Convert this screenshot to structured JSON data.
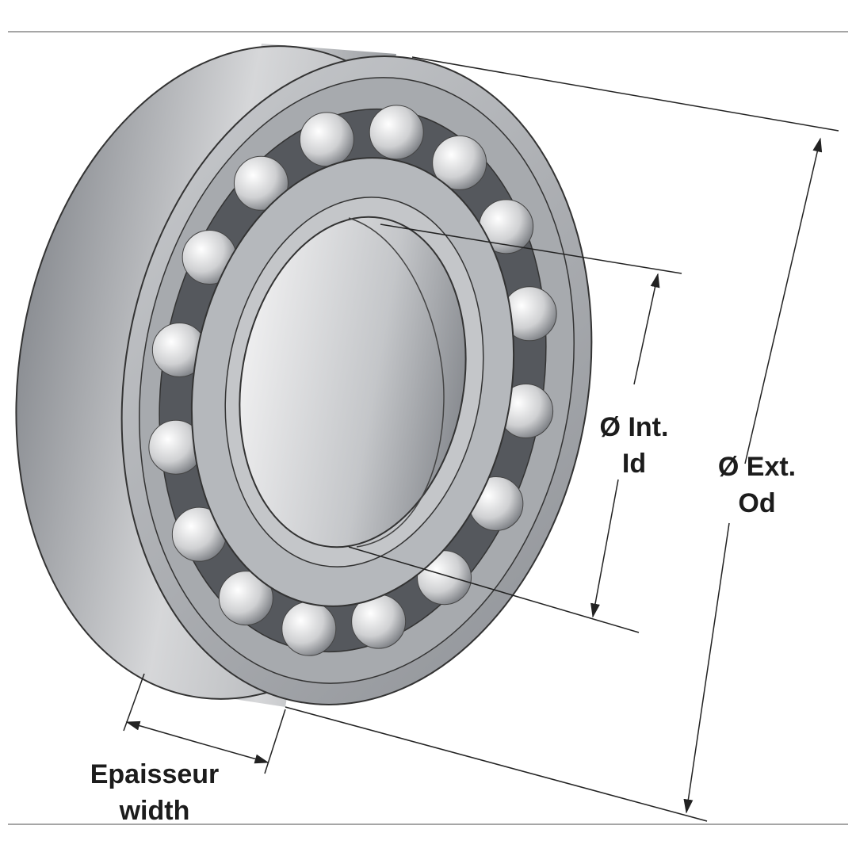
{
  "labels": {
    "inner": {
      "line1": "Ø Int.",
      "line2": "Id"
    },
    "outer": {
      "line1": "Ø Ext.",
      "line2": "Od"
    },
    "width": {
      "line1": "Epaisseur",
      "line2": "width"
    }
  },
  "colors": {
    "ring": "#9a9da2",
    "face": "#b4b7bb",
    "ball": "#e6e6e6",
    "line": "#222222"
  },
  "ball_count": 16
}
